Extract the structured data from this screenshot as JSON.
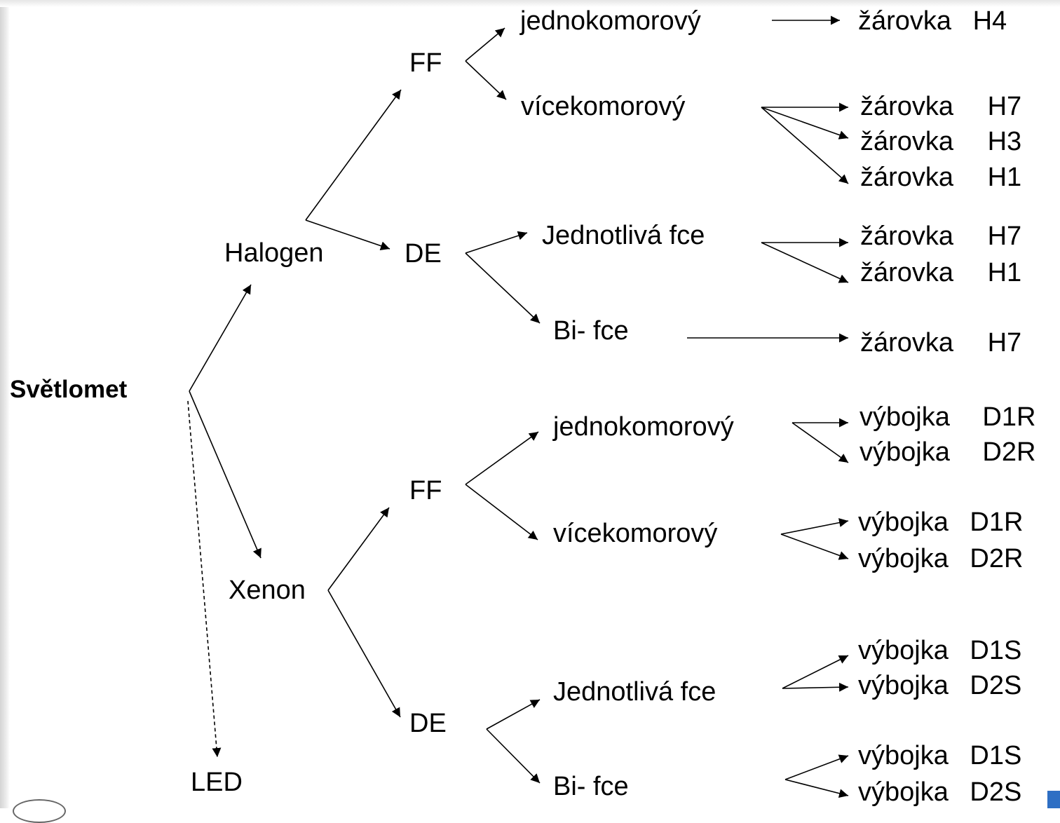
{
  "diagram": {
    "root": "Světlomet",
    "halogen": {
      "label": "Halogen",
      "ff": {
        "label": "FF",
        "jednokomorovy": {
          "label": "jednokomorový",
          "leaves": [
            "žárovka H4"
          ]
        },
        "vicekomorovy": {
          "label": "vícekomorový",
          "leaves": [
            "žárovka H7",
            "žárovka H3",
            "žárovka H1"
          ]
        }
      },
      "de": {
        "label": "DE",
        "jednotliva": {
          "label": "Jednotlivá fce",
          "leaves": [
            "žárovka H7",
            "žárovka H1"
          ]
        },
        "bi": {
          "label": "Bi- fce",
          "leaves": [
            "žárovka H7"
          ]
        }
      }
    },
    "xenon": {
      "label": "Xenon",
      "ff": {
        "label": "FF",
        "jednokomorovy": {
          "label": "jednokomorový",
          "leaves": [
            "výbojka D1R",
            "výbojka D2R"
          ]
        },
        "vicekomorovy": {
          "label": "vícekomorový",
          "leaves": [
            "výbojka D1R",
            "výbojka D2R"
          ]
        }
      },
      "de": {
        "label": "DE",
        "jednotliva": {
          "label": "Jednotlivá fce",
          "leaves": [
            "výbojka D1S",
            "výbojka D2S"
          ]
        },
        "bi": {
          "label": "Bi- fce",
          "leaves": [
            "výbojka D1S",
            "výbojka D2S"
          ]
        }
      }
    },
    "led": {
      "label": "LED"
    }
  }
}
